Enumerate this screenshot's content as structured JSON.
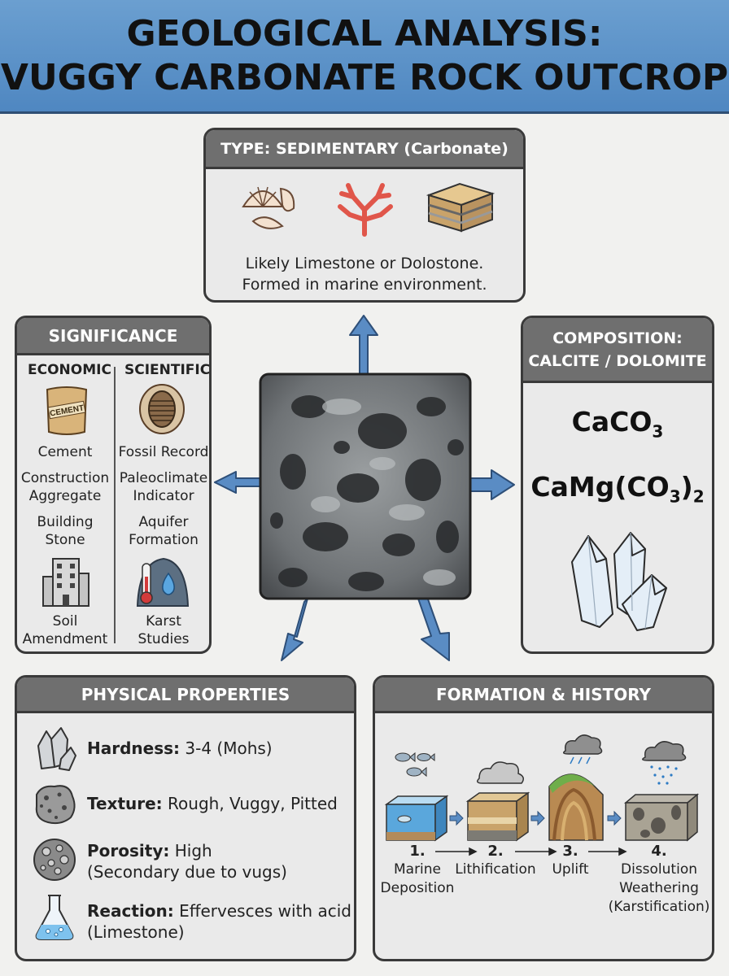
{
  "header": {
    "line1": "GEOLOGICAL ANALYSIS:",
    "line2": "VUGGY CARBONATE ROCK OUTCROP"
  },
  "type_panel": {
    "title": "TYPE: SEDIMENTARY (Carbonate)",
    "line1": "Likely Limestone or Dolostone.",
    "line2": "Formed in marine environment."
  },
  "significance": {
    "title": "SIGNIFICANCE",
    "economic_header": "ECONOMIC",
    "scientific_header": "SCIENTIFIC",
    "bag_text": "CEMENT",
    "economic": [
      {
        "l1": "Cement",
        "l2": ""
      },
      {
        "l1": "Construction",
        "l2": "Aggregate"
      },
      {
        "l1": "Building",
        "l2": "Stone"
      },
      {
        "l1": "Soil",
        "l2": "Amendment"
      }
    ],
    "scientific": [
      {
        "l1": "Fossil Record",
        "l2": ""
      },
      {
        "l1": "Paleoclimate",
        "l2": "Indicator"
      },
      {
        "l1": "Aquifer",
        "l2": "Formation"
      },
      {
        "l1": "Karst",
        "l2": "Studies"
      }
    ]
  },
  "composition": {
    "title_l1": "COMPOSITION:",
    "title_l2": "CALCITE / DOLOMITE",
    "f1_main": "CaCO",
    "f1_sub": "3",
    "f2_main": "CaMg(CO",
    "f2_sub": "3",
    "f2_close": ")",
    "f2_sub2": "2"
  },
  "physical": {
    "title": "PHYSICAL PROPERTIES",
    "hardness_label": "Hardness:",
    "hardness_value": "3-4 (Mohs)",
    "texture_label": "Texture:",
    "texture_value": "Rough, Vuggy, Pitted",
    "porosity_label": "Porosity:",
    "porosity_value": "High",
    "porosity_note": "(Secondary due to vugs)",
    "reaction_label": "Reaction:",
    "reaction_value": "Effervesces with acid",
    "reaction_note": "(Limestone)"
  },
  "formation": {
    "title": "FORMATION & HISTORY",
    "steps": [
      {
        "num": "1.",
        "l1": "Marine",
        "l2": "Deposition",
        "l3": ""
      },
      {
        "num": "2.",
        "l1": "Lithification",
        "l2": "",
        "l3": ""
      },
      {
        "num": "3.",
        "l1": "Uplift",
        "l2": "",
        "l3": ""
      },
      {
        "num": "4.",
        "l1": "Dissolution",
        "l2": "Weathering",
        "l3": "(Karstification)"
      }
    ]
  },
  "colors": {
    "header_blue": "#5b92c8",
    "panel_title_gray": "#6f6f6f",
    "arrow_blue": "#5a8cc4",
    "panel_fill": "#eaeaea"
  }
}
